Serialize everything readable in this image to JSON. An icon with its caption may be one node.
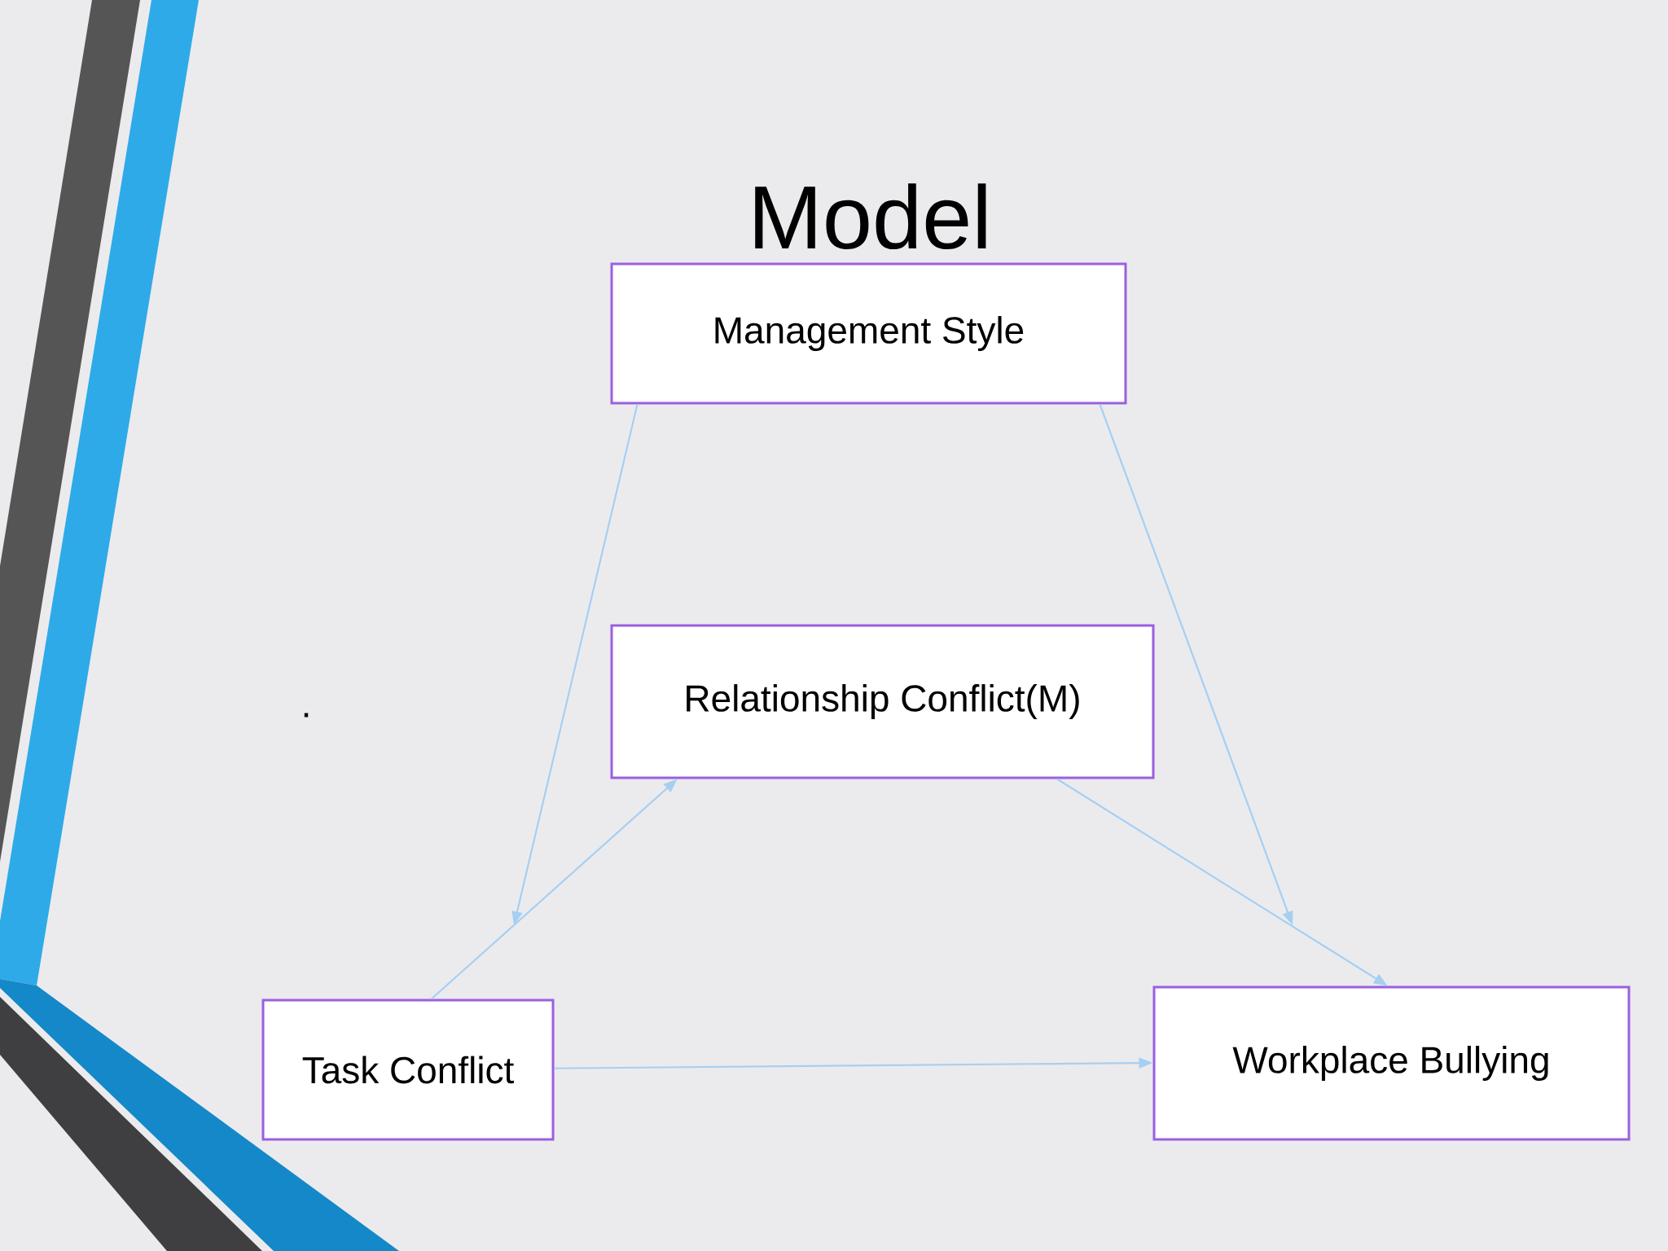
{
  "diagram": {
    "title": "Model",
    "nodes": [
      {
        "text": [
          "Management Style"
        ]
      },
      {
        "text": [
          "Relationship Conflict(M)"
        ]
      },
      {
        "text": [
          "Task Conflict"
        ]
      },
      {
        "text": [
          "Workplace Bullying"
        ]
      }
    ],
    "edges": [
      {
        "from": 2,
        "to": 1,
        "arrow": "to"
      },
      {
        "from": 0,
        "to": null,
        "arrow": "to"
      },
      {
        "from": 1,
        "to": 3,
        "arrow": "to"
      },
      {
        "from": 0,
        "to": null,
        "arrow": "to"
      },
      {
        "from": 2,
        "to": 3,
        "arrow": "to"
      }
    ],
    "labels": [
      "."
    ]
  }
}
